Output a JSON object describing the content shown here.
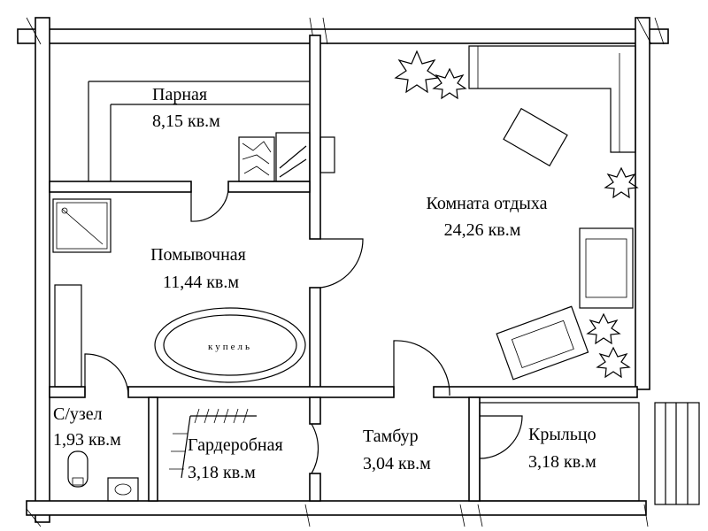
{
  "rooms": {
    "steam": {
      "name": "Парная",
      "area": "8,15 кв.м"
    },
    "washing": {
      "name": "Помывочная",
      "area": "11,44 кв.м"
    },
    "rest": {
      "name": "Комната отдыха",
      "area": "24,26 кв.м"
    },
    "wc": {
      "name": "С/узел",
      "area": "1,93 кв.м"
    },
    "wardrobe": {
      "name": "Гардеробная",
      "area": "3,18 кв.м"
    },
    "vestibule": {
      "name": "Тамбур",
      "area": "3,04 кв.м"
    },
    "porch": {
      "name": "Крыльцо",
      "area": "3,18 кв.м"
    }
  },
  "fixtures": {
    "font": "купель"
  },
  "icons": [
    "shower-tray-icon",
    "stove-icon",
    "sofa-icon",
    "armchair-icon",
    "table-icon",
    "plant-icon",
    "toilet-icon",
    "sink-icon",
    "clothes-rail-icon",
    "stairs-icon"
  ]
}
